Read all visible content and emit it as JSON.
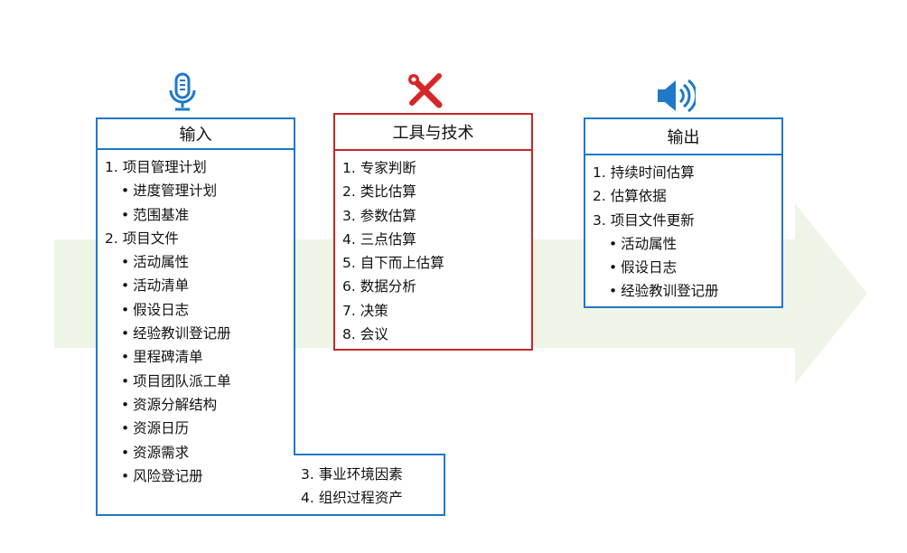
{
  "colors": {
    "blue": "#1f78c8",
    "red": "#c8262b",
    "arrow": "#eef5e6"
  },
  "inputs": {
    "title": "输入",
    "items": [
      {
        "label": "1. 项目管理计划",
        "level": 0
      },
      {
        "label": "进度管理计划",
        "level": 1
      },
      {
        "label": "范围基准",
        "level": 1
      },
      {
        "label": "2. 项目文件",
        "level": 0
      },
      {
        "label": "活动属性",
        "level": 1
      },
      {
        "label": "活动清单",
        "level": 1
      },
      {
        "label": "假设日志",
        "level": 1
      },
      {
        "label": "经验教训登记册",
        "level": 1
      },
      {
        "label": "里程碑清单",
        "level": 1
      },
      {
        "label": "项目团队派工单",
        "level": 1
      },
      {
        "label": "资源分解结构",
        "level": 1
      },
      {
        "label": "资源日历",
        "level": 1
      },
      {
        "label": "资源需求",
        "level": 1
      },
      {
        "label": "风险登记册",
        "level": 1
      }
    ],
    "extra": [
      "3. 事业环境因素",
      "4. 组织过程资产"
    ]
  },
  "tools": {
    "title": "工具与技术",
    "items": [
      "1. 专家判断",
      "2. 类比估算",
      "3. 参数估算",
      "4. 三点估算",
      "5. 自下而上估算",
      "6. 数据分析",
      "7. 决策",
      "8. 会议"
    ]
  },
  "outputs": {
    "title": "输出",
    "items": [
      {
        "label": "1. 持续时间估算",
        "level": 0
      },
      {
        "label": "2. 估算依据",
        "level": 0
      },
      {
        "label": "3. 项目文件更新",
        "level": 0
      },
      {
        "label": "活动属性",
        "level": 1
      },
      {
        "label": "假设日志",
        "level": 1
      },
      {
        "label": "经验教训登记册",
        "level": 1
      }
    ]
  }
}
